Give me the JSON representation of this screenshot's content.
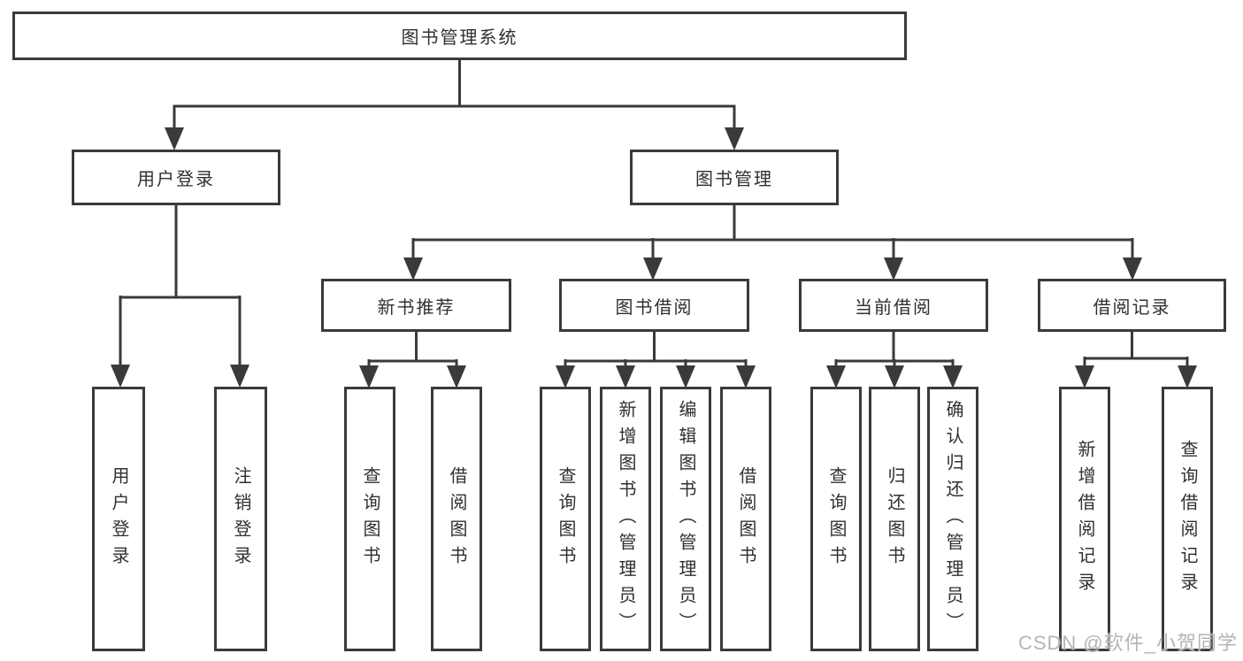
{
  "title": "图书管理系统",
  "level2": {
    "user_login": "用户登录",
    "book_mgmt": "图书管理"
  },
  "level3": {
    "new_books": "新书推荐",
    "book_borrow": "图书借阅",
    "current_borrow": "当前借阅",
    "borrow_records": "借阅记录"
  },
  "leaves": {
    "user_login": [
      "用户登录",
      "注销登录"
    ],
    "new_books": [
      "查询图书",
      "借阅图书"
    ],
    "book_borrow": [
      "查询图书",
      "新增图书（管理员）",
      "编辑图书（管理员）",
      "借阅图书"
    ],
    "current_borrow": [
      "查询图书",
      "归还图书",
      "确认归还（管理员）"
    ],
    "borrow_records": [
      "新增借阅记录",
      "查询借阅记录"
    ]
  },
  "watermark": "CSDN @软件_小贺同学",
  "colors": {
    "line": "#3a3a3a",
    "text": "#303030",
    "background": "#ffffff",
    "watermark": "#b5b5b5"
  }
}
